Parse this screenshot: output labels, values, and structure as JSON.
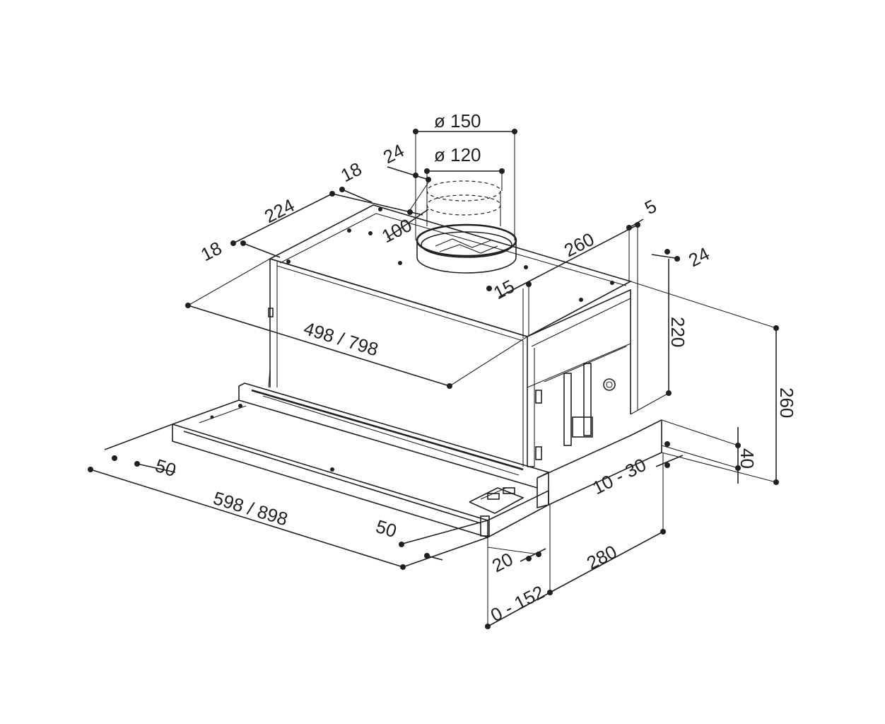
{
  "dimensions": {
    "duct_outer": "ø 150",
    "duct_inner": "ø 120",
    "duct_offset_24": "24",
    "duct_height_100": "100",
    "top_18": "18",
    "top_224": "224",
    "left_18": "18",
    "body_width": "498 / 798",
    "depth_260": "260",
    "edge_5": "5",
    "right_24": "24",
    "inset_15": "15",
    "height_220": "220",
    "height_260": "260",
    "panel_40": "40",
    "panel_10_30": "10 - 30",
    "front_50_left": "50",
    "overall_width": "598 / 898",
    "front_50_right": "50",
    "front_20": "20",
    "depth_280": "280",
    "extension_0_152": "0 - 152"
  },
  "colors": {
    "ink": "#231f20",
    "background": "#ffffff"
  }
}
